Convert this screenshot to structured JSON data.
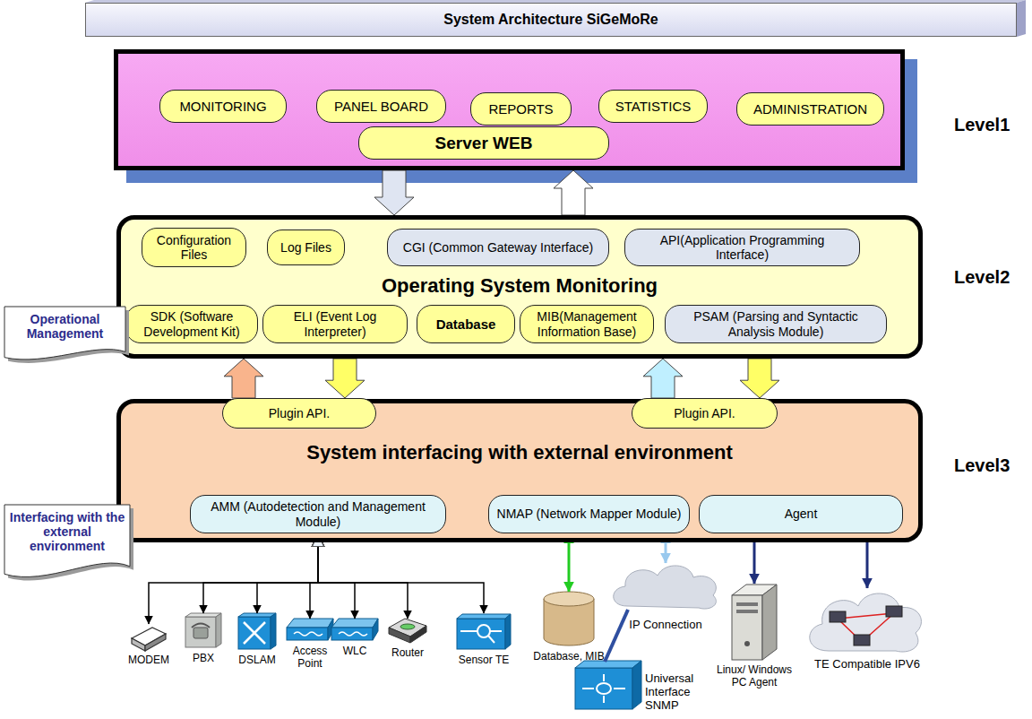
{
  "diagram": {
    "nodes": [
      {
        "text": [
          "System Architecture SiGeMoRe"
        ]
      },
      {
        "text": [
          "Level1"
        ]
      },
      {
        "text": [
          "MONITORING"
        ],
        "in": 1
      },
      {
        "text": [
          "PANEL BOARD"
        ],
        "in": 1
      },
      {
        "text": [
          "REPORTS"
        ],
        "in": 1
      },
      {
        "text": [
          "STATISTICS"
        ],
        "in": 1
      },
      {
        "text": [
          "ADMINISTRATION"
        ],
        "in": 1
      },
      {
        "text": [
          "Server WEB"
        ],
        "in": 1
      },
      {
        "text": [
          "Operating System Monitoring",
          "Level2"
        ]
      },
      {
        "text": [
          "Configuration Files"
        ],
        "in": 8
      },
      {
        "text": [
          "Log Files"
        ],
        "in": 8
      },
      {
        "text": [
          "CGI (Common Gateway Interface)"
        ],
        "in": 8
      },
      {
        "text": [
          "API(Application Programming Interface)"
        ],
        "in": 8
      },
      {
        "text": [
          "SDK (Software Development Kit)"
        ],
        "in": 8
      },
      {
        "text": [
          "ELI (Event Log Interpreter)"
        ],
        "in": 8
      },
      {
        "text": [
          "Database"
        ],
        "in": 8
      },
      {
        "text": [
          "MIB(Management Information Base)"
        ],
        "in": 8
      },
      {
        "text": [
          "PSAM (Parsing and Syntactic Analysis Module)"
        ],
        "in": 8
      },
      {
        "text": [
          "Operational Management"
        ]
      },
      {
        "text": [
          "System interfacing with external environment",
          "Level3"
        ]
      },
      {
        "text": [
          "Plugin API."
        ],
        "in": 19
      },
      {
        "text": [
          "Plugin API."
        ],
        "in": 19
      },
      {
        "text": [
          "AMM (Autodetection and Management Module)"
        ],
        "in": 19
      },
      {
        "text": [
          "NMAP (Network Mapper Module)"
        ],
        "in": 19
      },
      {
        "text": [
          "Agent"
        ],
        "in": 19
      },
      {
        "text": [
          "Interfacing with the external environment"
        ]
      },
      {
        "text": [
          "MODEM"
        ]
      },
      {
        "text": [
          "PBX"
        ]
      },
      {
        "text": [
          "DSLAM"
        ]
      },
      {
        "text": [
          "Access Point"
        ]
      },
      {
        "text": [
          "WLC"
        ]
      },
      {
        "text": [
          "Router"
        ]
      },
      {
        "text": [
          "Sensor TE"
        ]
      },
      {
        "text": [
          "Database, MIB"
        ]
      },
      {
        "text": [
          "IP Connection"
        ]
      },
      {
        "text": [
          "Universal Interface SNMP"
        ]
      },
      {
        "text": [
          "Linux/ Windows PC Agent"
        ]
      },
      {
        "text": [
          "TE Compatible IPV6"
        ]
      }
    ],
    "edges": [
      {
        "from": 1,
        "to": 8,
        "arrow": "to"
      },
      {
        "from": 8,
        "to": 1,
        "arrow": "to"
      },
      {
        "from": 20,
        "to": 8,
        "arrow": "to"
      },
      {
        "from": 8,
        "to": 20,
        "arrow": "to"
      },
      {
        "from": 21,
        "to": 8,
        "arrow": "to"
      },
      {
        "from": 8,
        "to": 21,
        "arrow": "to"
      },
      {
        "from": 22,
        "to": 26,
        "arrow": "both"
      },
      {
        "from": 22,
        "to": 27,
        "arrow": "both"
      },
      {
        "from": 22,
        "to": 28,
        "arrow": "both"
      },
      {
        "from": 22,
        "to": 29,
        "arrow": "both"
      },
      {
        "from": 22,
        "to": 30,
        "arrow": "both"
      },
      {
        "from": 22,
        "to": 31,
        "arrow": "both"
      },
      {
        "from": 22,
        "to": 32,
        "arrow": "both"
      },
      {
        "from": 23,
        "to": 33,
        "arrow": "both"
      },
      {
        "from": 23,
        "to": 34,
        "arrow": "both"
      },
      {
        "from": 34,
        "to": 35,
        "arrow": "none"
      },
      {
        "from": 24,
        "to": 36,
        "arrow": "to"
      },
      {
        "from": 24,
        "to": 37,
        "arrow": "to"
      }
    ]
  }
}
